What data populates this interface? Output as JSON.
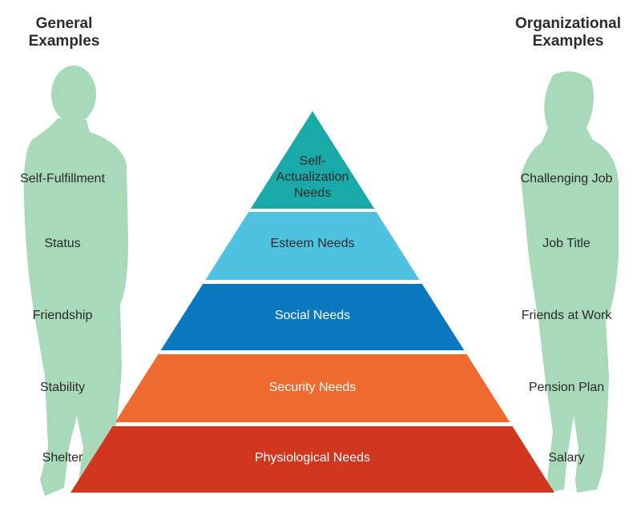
{
  "headings": {
    "general": [
      "General",
      "Examples"
    ],
    "organizational": [
      "Organizational",
      "Examples"
    ]
  },
  "pyramid": [
    {
      "name": "self-actualization",
      "lines": [
        "Self-",
        "Actualization",
        "Needs"
      ],
      "color": "#1aa9a9",
      "text_color": "#2b2b2b"
    },
    {
      "name": "esteem",
      "lines": [
        "Esteem Needs"
      ],
      "color": "#4ec2df",
      "text_color": "#2b2b2b"
    },
    {
      "name": "social",
      "lines": [
        "Social Needs"
      ],
      "color": "#0a78be",
      "text_color": "#ffffff"
    },
    {
      "name": "security",
      "lines": [
        "Security Needs"
      ],
      "color": "#ef6a2e",
      "text_color": "#ffffff"
    },
    {
      "name": "physiological",
      "lines": [
        "Physiological Needs"
      ],
      "color": "#d1371f",
      "text_color": "#ffffff"
    }
  ],
  "general_examples": [
    "Self-Fulfillment",
    "Status",
    "Friendship",
    "Stability",
    "Shelter"
  ],
  "organizational_examples": [
    "Challenging Job",
    "Job Title",
    "Friends at Work",
    "Pension Plan",
    "Salary"
  ],
  "colors": {
    "silhouette": "#a8d9b8",
    "heading_text": "#2b2b2b",
    "body_text": "#2a2a2a"
  }
}
